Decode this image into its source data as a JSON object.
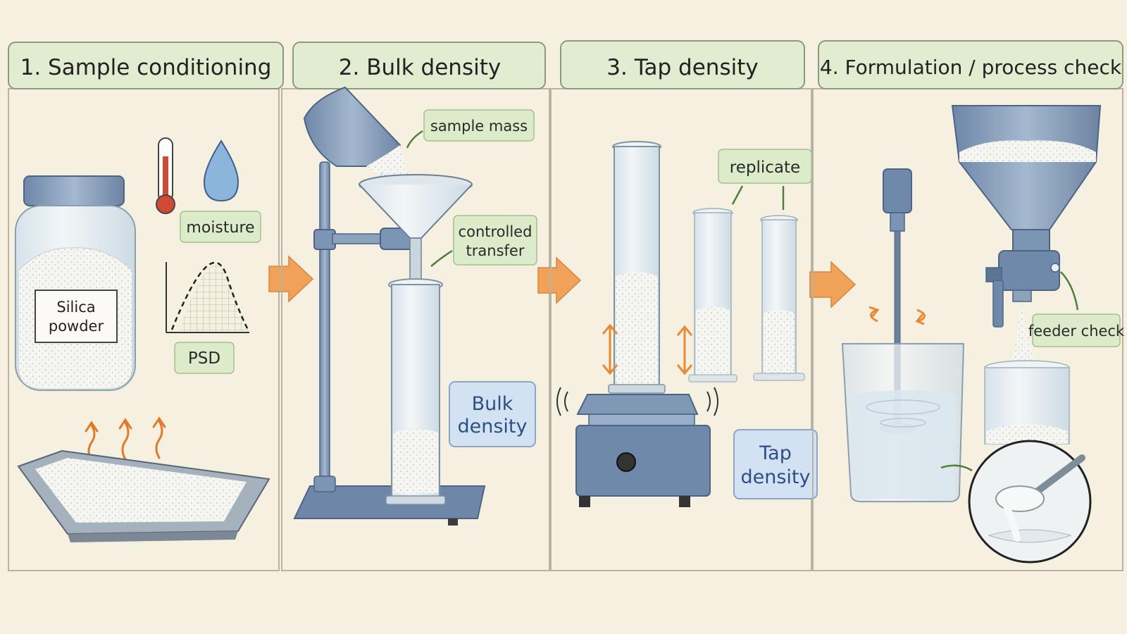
{
  "steps": [
    {
      "title": "1. Sample conditioning"
    },
    {
      "title": "2. Bulk density"
    },
    {
      "title": "3. Tap density"
    },
    {
      "title": "4. Formulation / process check"
    }
  ],
  "labels": {
    "jar": [
      "Silica",
      "powder"
    ],
    "moisture": "moisture",
    "psd": "PSD",
    "sample_mass": "sample mass",
    "controlled_transfer": [
      "controlled",
      "transfer"
    ],
    "bulk_density": [
      "Bulk",
      "density"
    ],
    "replicate": "replicate",
    "tap_density": [
      "Tap",
      "density"
    ],
    "feeder_check": "feeder check"
  },
  "colors": {
    "background": "#f6f0e0",
    "panel_border": "#b9b3a4",
    "title_fill": "#e2ecd0",
    "green_tag": "#dcebc9",
    "blue_tag": "#d3e2f2",
    "blue_text": "#2e4f86",
    "steel": "#7f98b6",
    "glass": "#e4edf2",
    "powder": "#f4f4f1",
    "arrow_orange": "#f0a259",
    "green_arrow": "#4f7d3c",
    "heat_orange": "#e27a2b"
  },
  "icons": [
    "thermometer-icon",
    "water-drop-icon",
    "psd-curve-icon",
    "heat-wave-icon",
    "flow-arrow-icon",
    "vibration-icon",
    "rotation-icon"
  ]
}
